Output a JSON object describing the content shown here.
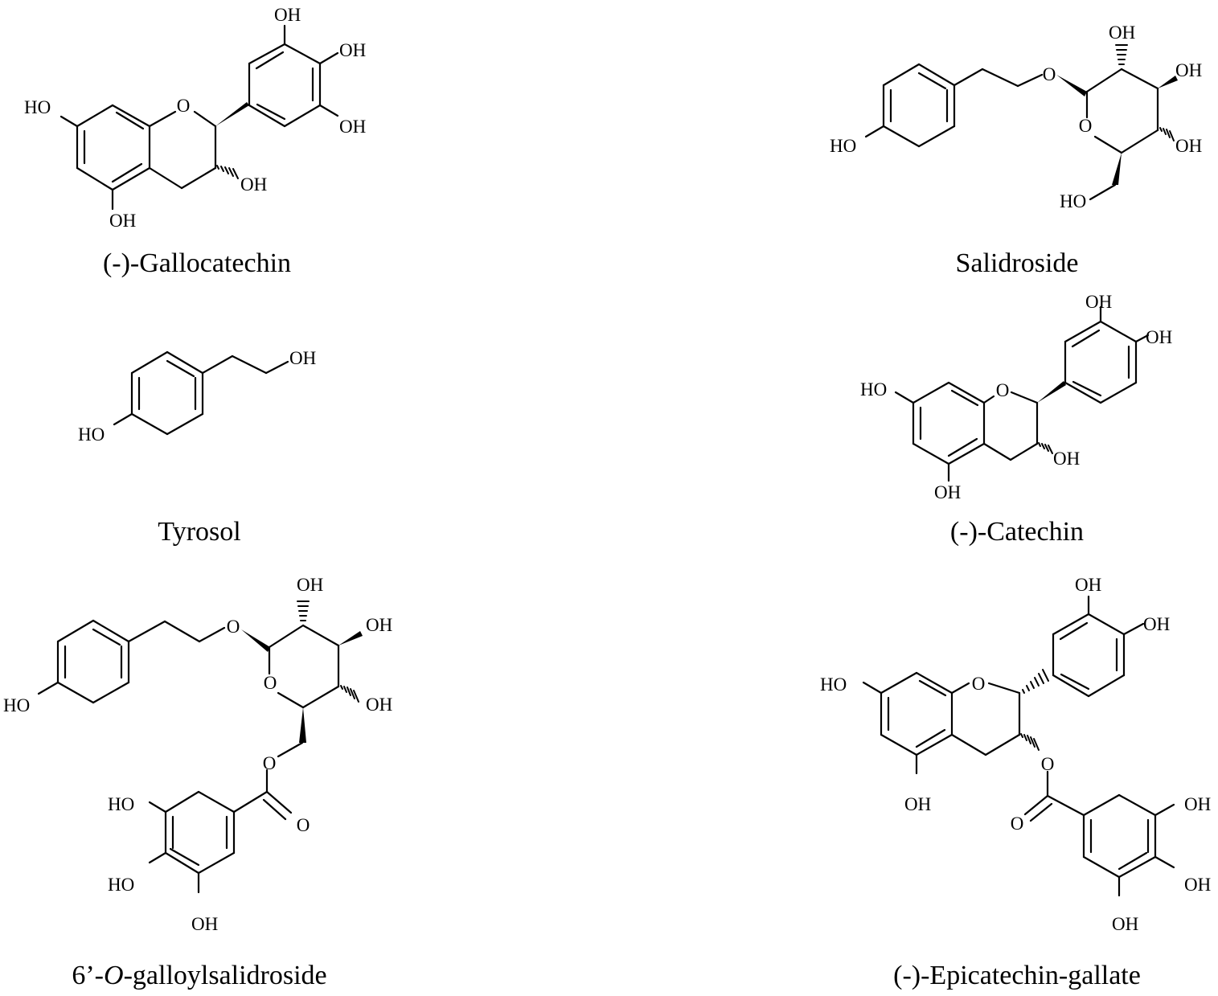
{
  "figure": {
    "compounds": [
      {
        "id": "gallocatechin",
        "name": "(-)-Gallocatechin",
        "name_parts": [
          "(-)-Gallocatechin"
        ]
      },
      {
        "id": "salidroside",
        "name": "Salidroside",
        "name_parts": [
          "Salidroside"
        ]
      },
      {
        "id": "tyrosol",
        "name": "Tyrosol",
        "name_parts": [
          "Tyrosol"
        ]
      },
      {
        "id": "catechin",
        "name": "(-)-Catechin",
        "name_parts": [
          "(-)-Catechin"
        ]
      },
      {
        "id": "galloylsalidroside",
        "name": "6’-O-galloylsalidroside",
        "name_parts": [
          "6’-",
          "O",
          "-galloylsalidroside"
        ]
      },
      {
        "id": "ecg",
        "name": "(-)-Epicatechin-gallate",
        "name_parts": [
          "(-)-Epicatechin-gallate"
        ]
      }
    ],
    "atom_labels": {
      "hydroxyl": "OH",
      "hydroxyl_left": "HO",
      "oxygen": "O"
    }
  }
}
